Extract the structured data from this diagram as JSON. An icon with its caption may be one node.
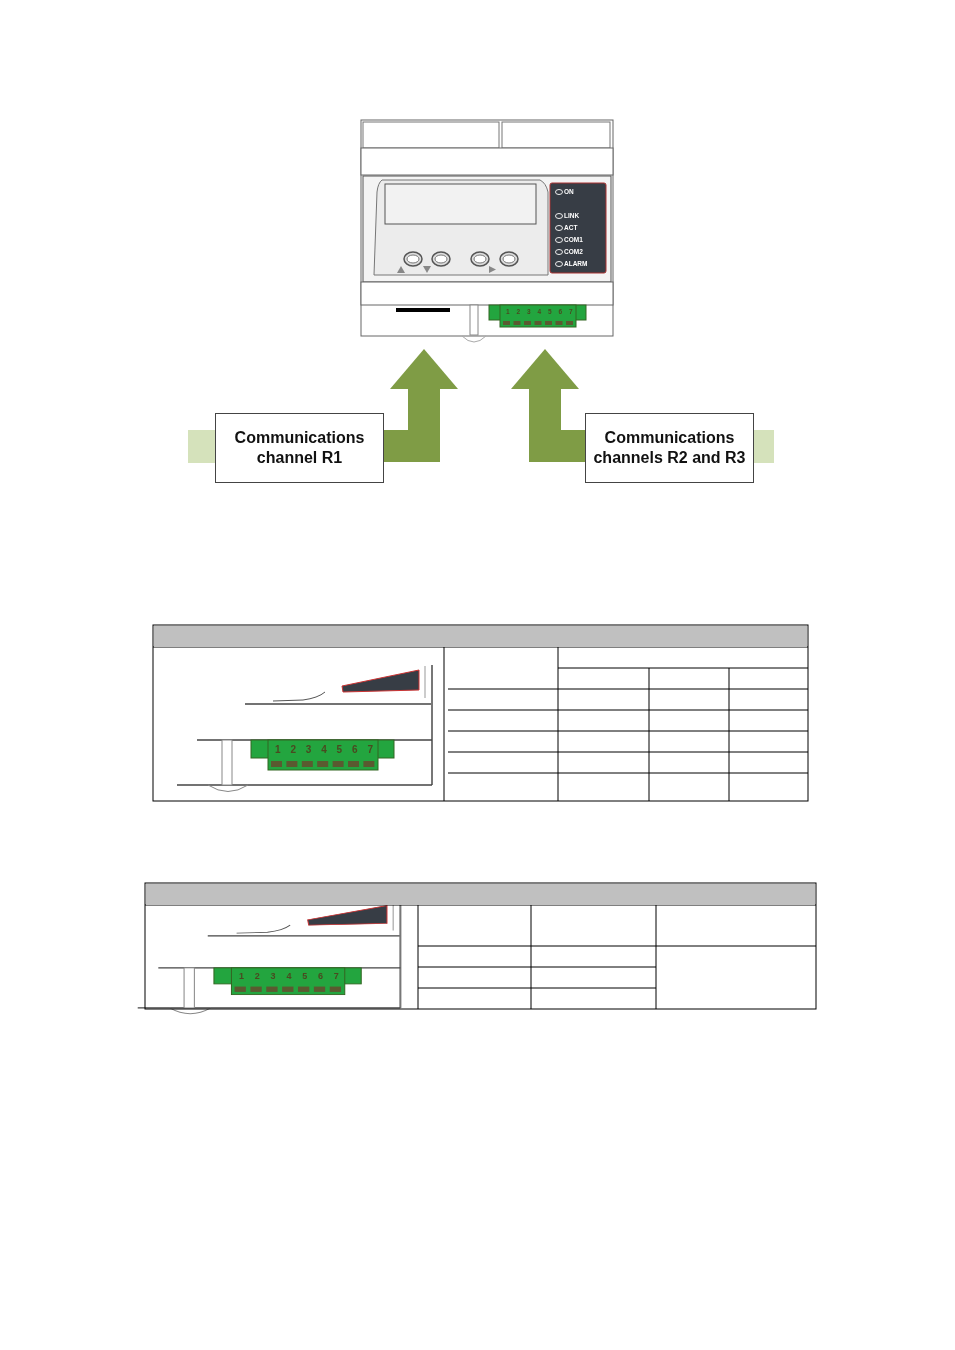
{
  "diagram": {
    "nodes": [
      {
        "text": [],
        "shape": "picture"
      },
      {
        "text": [
          "Communications channel R1"
        ]
      },
      {
        "text": [
          "Communications channels R2 and R3"
        ]
      }
    ],
    "edges": [
      {
        "from": 1,
        "to": 0,
        "arrow": "to"
      },
      {
        "from": 2,
        "to": 0,
        "arrow": "to"
      }
    ],
    "labels": [
      "ON",
      "LINK",
      "ACT",
      "COM1",
      "COM2",
      "ALARM",
      "1",
      "2",
      "3",
      "4",
      "5",
      "6",
      "7",
      "1",
      "2",
      "3",
      "4",
      "5",
      "6",
      "7",
      "1",
      "2",
      "3",
      "4",
      "5",
      "6",
      "7"
    ]
  }
}
